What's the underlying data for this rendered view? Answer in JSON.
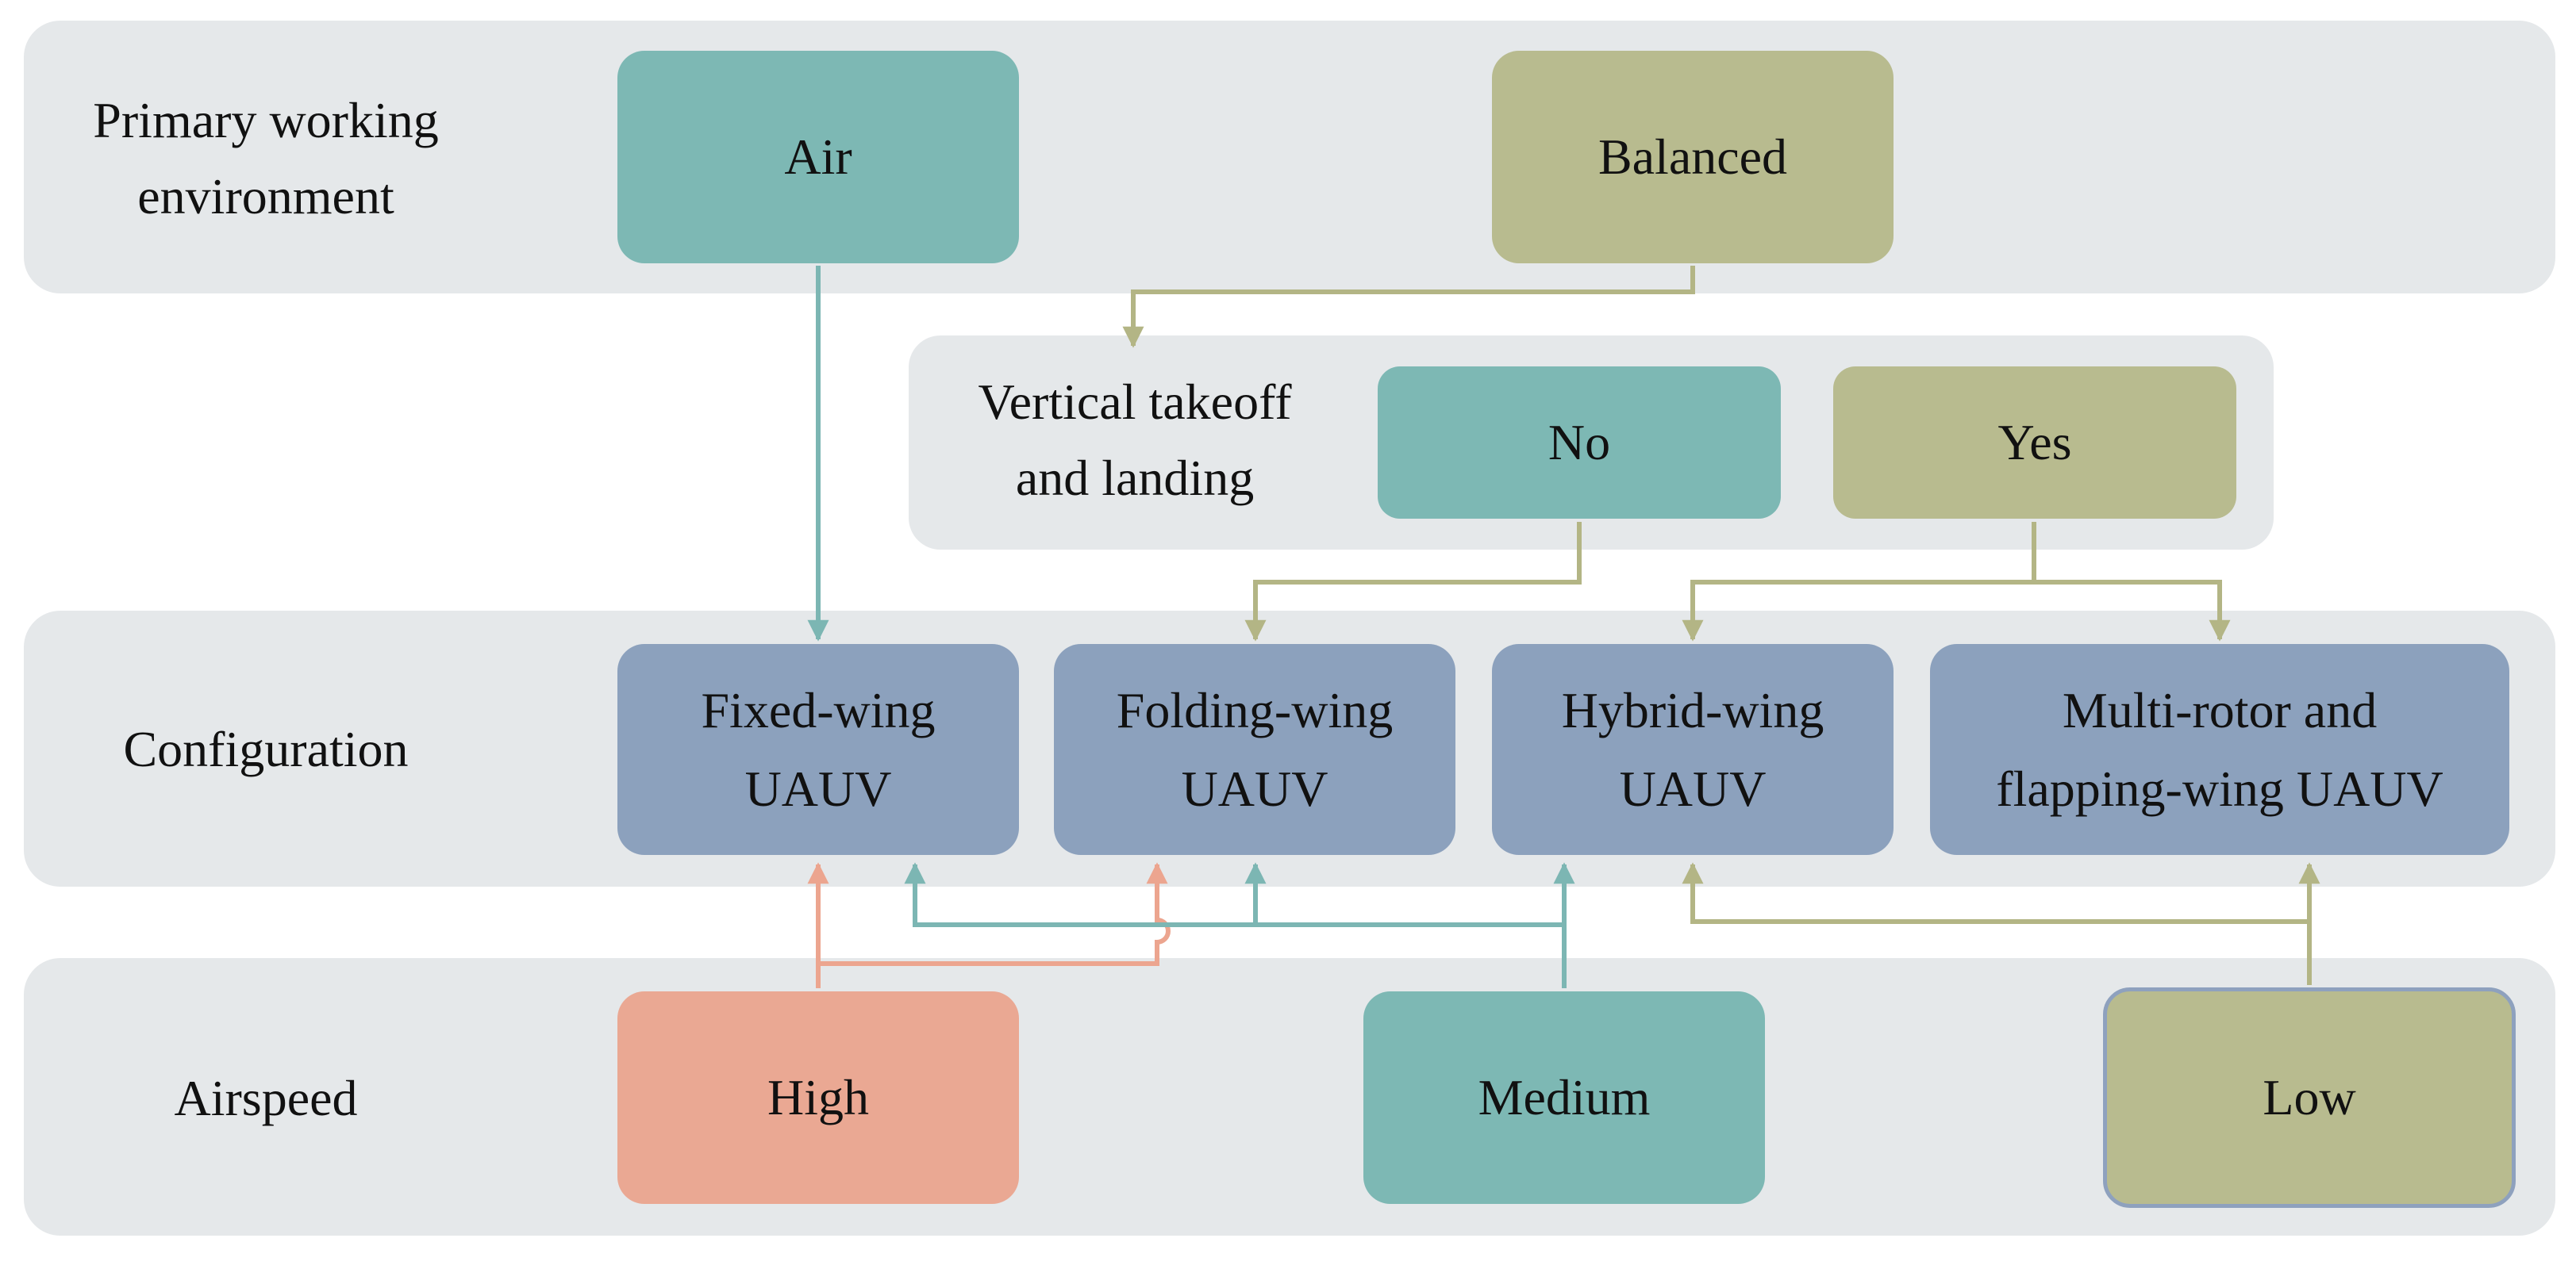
{
  "rows": {
    "environment": {
      "label_lines": [
        "Primary working",
        "environment"
      ]
    },
    "vtol": {
      "label_lines": [
        "Vertical takeoff",
        "and landing"
      ]
    },
    "configuration": {
      "label_lines": [
        "Configuration"
      ]
    },
    "airspeed": {
      "label_lines": [
        "Airspeed"
      ]
    }
  },
  "nodes": {
    "air": {
      "lines": [
        "Air"
      ]
    },
    "balanced": {
      "lines": [
        "Balanced"
      ]
    },
    "no": {
      "lines": [
        "No"
      ]
    },
    "yes": {
      "lines": [
        "Yes"
      ]
    },
    "fixed_wing": {
      "lines": [
        "Fixed-wing",
        "UAUV"
      ]
    },
    "folding_wing": {
      "lines": [
        "Folding-wing",
        "UAUV"
      ]
    },
    "hybrid_wing": {
      "lines": [
        "Hybrid-wing",
        "UAUV"
      ]
    },
    "multi_rotor": {
      "lines": [
        "Multi-rotor and",
        "flapping-wing UAUV"
      ]
    },
    "high": {
      "lines": [
        "High"
      ]
    },
    "medium": {
      "lines": [
        "Medium"
      ]
    },
    "low": {
      "lines": [
        "Low"
      ]
    }
  },
  "colors": {
    "band": "#e5e8ea",
    "teal": "#7db8b4",
    "olive": "#b8bb8f",
    "blue": "#8ca1bd",
    "salmon": "#eaa893",
    "teal_line": "#7cb6b3",
    "olive_line": "#b3b585",
    "salmon_line": "#eca58f"
  }
}
